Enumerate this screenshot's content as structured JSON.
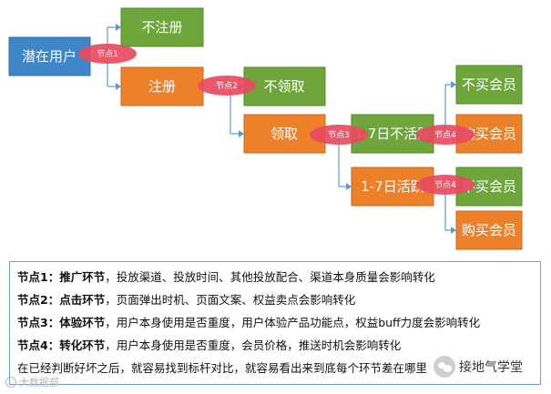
{
  "colors": {
    "blue": "#3e86c8",
    "orange": "#ec8129",
    "green": "#6ea63b",
    "node_marker": "#e84a5f",
    "connector": "#5b9bd5"
  },
  "flow": {
    "potential_user": "潜在用户",
    "not_registered": "不注册",
    "registered": "注册",
    "not_claimed": "不领取",
    "claimed": "领取",
    "inactive_1_7": "1-7日不活跃",
    "active_1_7": "1-7日活跃",
    "buy_no_1": "不买会员",
    "buy_yes_1": "购买会员",
    "buy_no_2": "不买会员",
    "buy_yes_2": "购买会员"
  },
  "nodes": {
    "n1": "节点1",
    "n2": "节点2",
    "n3": "节点3",
    "n4a": "节点4",
    "n4b": "节点4"
  },
  "notes": [
    {
      "head": "节点1：推广环节",
      "text": "，投放渠道、投放时间、其他投放配合、渠道本身质量会影响转化"
    },
    {
      "head": "节点2：点击环节",
      "text": "，页面弹出时机、页面文案、权益卖点会影响转化"
    },
    {
      "head": "节点3：体验环节",
      "text": "，用户本身使用是否重度，用户体验产品功能点，权益buff力度会影响转化"
    },
    {
      "head": "节点4：转化环节",
      "text": "，用户本身使用是否重度，会员价格，推送时机会影响转化"
    },
    {
      "head": "",
      "text": "在已经判断好坏之后，就容易找到标杆对比，就容易看出来到底每个环节差在哪里"
    }
  ],
  "watermark": {
    "corner_text": "大数据部",
    "brand_text": "接地气学堂"
  }
}
